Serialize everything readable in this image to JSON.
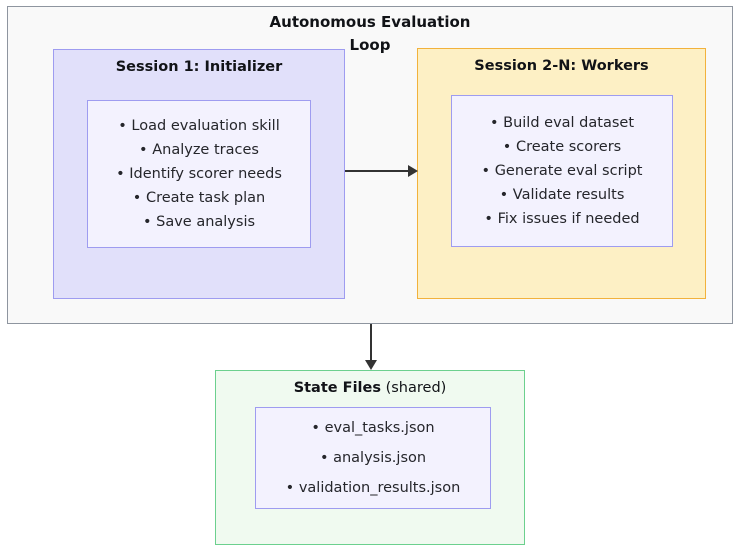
{
  "diagram": {
    "loop": {
      "title": "Autonomous Evaluation Loop",
      "border_color": "#8e959f",
      "fill_color": "#f9f9f9"
    },
    "panels": [
      {
        "id": "initializer",
        "title": "Session 1: Initializer",
        "fill_color": "#e1e0fa",
        "border_color": "#9e9cf0",
        "items": [
          "• Load evaluation skill",
          "• Analyze traces",
          "• Identify scorer needs",
          "• Create task plan",
          "• Save analysis"
        ]
      },
      {
        "id": "workers",
        "title": "Session 2-N: Workers",
        "fill_color": "#fdf0c5",
        "border_color": "#f2b23c",
        "items": [
          "• Build eval dataset",
          "• Create scorers",
          "• Generate eval script",
          "• Validate results",
          "• Fix issues if needed"
        ]
      }
    ],
    "state_files": {
      "title_strong": "State Files",
      "title_soft": " (shared)",
      "fill_color": "#f0faf0",
      "border_color": "#6cd08e",
      "items": [
        "• eval_tasks.json",
        "• analysis.json",
        "• validation_results.json"
      ]
    },
    "arrows": [
      {
        "id": "initializer-to-workers",
        "direction": "right"
      },
      {
        "id": "loop-to-state-files",
        "direction": "down"
      }
    ]
  }
}
